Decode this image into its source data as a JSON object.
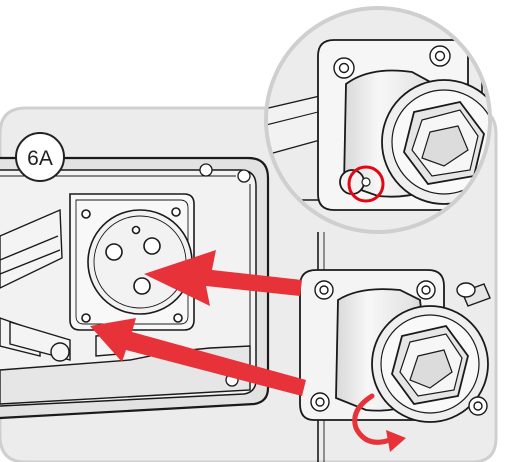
{
  "step": {
    "label": "6A"
  },
  "colors": {
    "panel_background": "#ececec",
    "panel_border": "#c8c8c8",
    "line_art": "#1a1a1a",
    "arrow_red": "#e8323a",
    "highlight_circle": "#e30613"
  },
  "icons": {
    "step_badge": "circle-badge",
    "detail_callout": "magnifier-circle",
    "mounting_arrows": "arrow-right",
    "rotation_arrow": "rotate-arrow"
  }
}
